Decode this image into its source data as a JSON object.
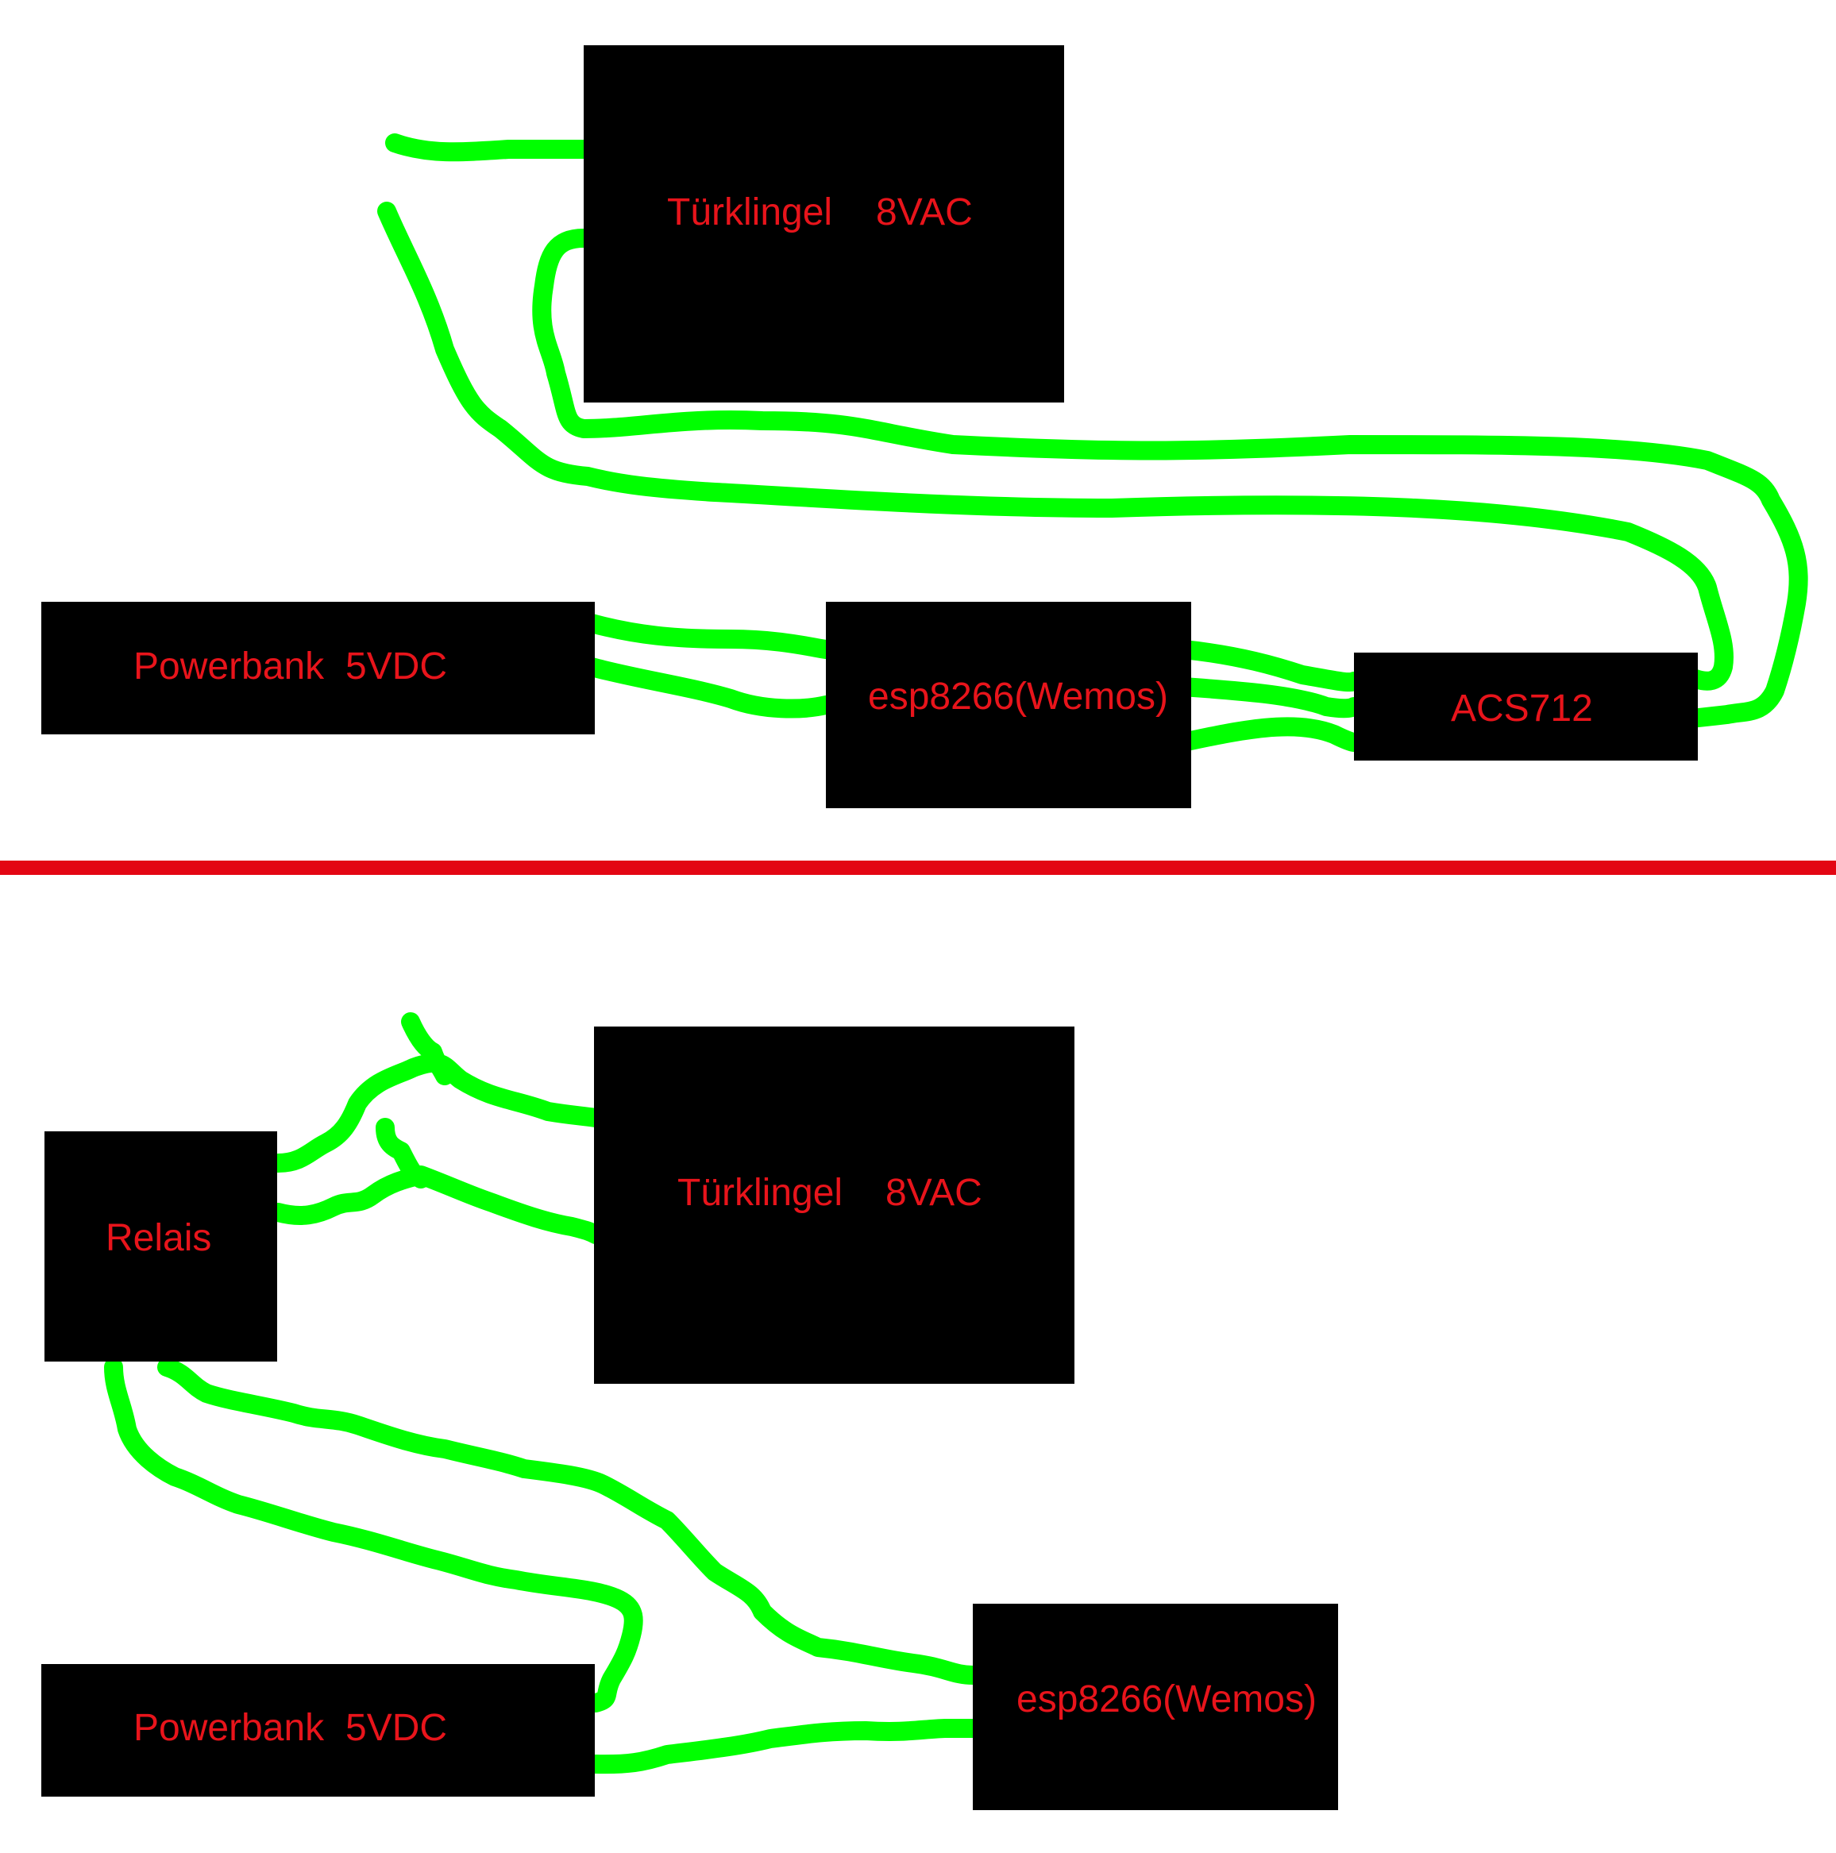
{
  "colors": {
    "box": "#000000",
    "label": "#e8141b",
    "wire": "#00ff00",
    "divider": "#e30613",
    "background": "#ffffff"
  },
  "top_diagram": {
    "doorbell": {
      "name": "Türklingel",
      "voltage": "8VAC"
    },
    "powerbank": {
      "name": "Powerbank",
      "voltage": "5VDC"
    },
    "esp": {
      "name": "esp8266(Wemos)"
    },
    "sensor": {
      "name": "ACS712"
    }
  },
  "bottom_diagram": {
    "relay": {
      "name": "Relais"
    },
    "doorbell": {
      "name": "Türklingel",
      "voltage": "8VAC"
    },
    "powerbank": {
      "name": "Powerbank",
      "voltage": "5VDC"
    },
    "esp": {
      "name": "esp8266(Wemos)"
    }
  }
}
